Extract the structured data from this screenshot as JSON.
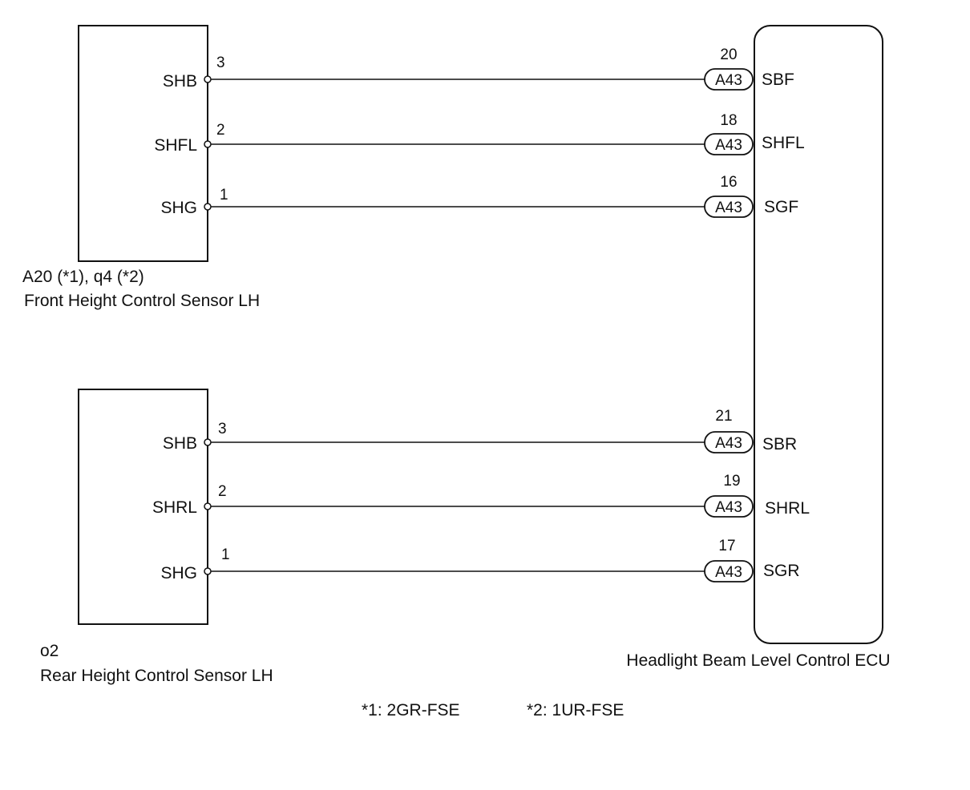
{
  "front_sensor": {
    "connector": "A20 (*1), q4 (*2)",
    "name": "Front Height Control Sensor LH",
    "terminals": [
      {
        "label": "SHB",
        "pin": "3"
      },
      {
        "label": "SHFL",
        "pin": "2"
      },
      {
        "label": "SHG",
        "pin": "1"
      }
    ]
  },
  "rear_sensor": {
    "connector": "o2",
    "name": "Rear Height Control Sensor LH",
    "terminals": [
      {
        "label": "SHB",
        "pin": "3"
      },
      {
        "label": "SHRL",
        "pin": "2"
      },
      {
        "label": "SHG",
        "pin": "1"
      }
    ]
  },
  "ecu": {
    "name": "Headlight Beam Level Control ECU",
    "terminals": [
      {
        "connector": "A43",
        "pin": "20",
        "label": "SBF"
      },
      {
        "connector": "A43",
        "pin": "18",
        "label": "SHFL"
      },
      {
        "connector": "A43",
        "pin": "16",
        "label": "SGF"
      },
      {
        "connector": "A43",
        "pin": "21",
        "label": "SBR"
      },
      {
        "connector": "A43",
        "pin": "19",
        "label": "SHRL"
      },
      {
        "connector": "A43",
        "pin": "17",
        "label": "SGR"
      }
    ]
  },
  "notes": {
    "note1": "*1: 2GR-FSE",
    "note2": "*2: 1UR-FSE"
  },
  "colors": {
    "line": "#111111",
    "background": "#ffffff"
  }
}
